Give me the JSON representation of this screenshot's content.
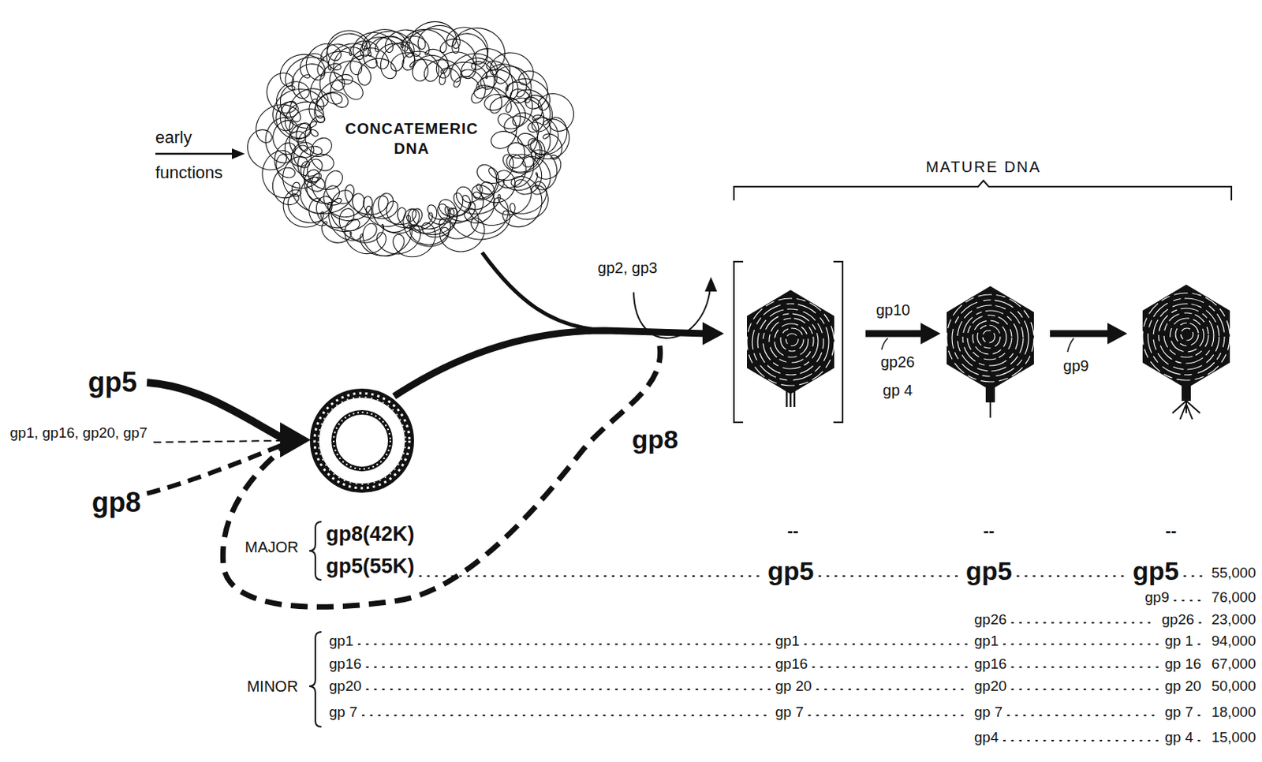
{
  "diagram": {
    "nodes": [
      {
        "text": [
          "CONCATEMERIC DNA"
        ]
      }
    ],
    "labels": [
      "early functions",
      "MATURE DNA",
      "gp2, gp3",
      "gp10",
      "gp26",
      "gp 4",
      "gp9",
      "gp5",
      "gp1, gp16, gp20, gp7",
      "gp8",
      "gp8",
      "MAJOR",
      "gp8(42K)",
      "--",
      "--",
      "--",
      "gp5(55K)",
      "gp5",
      "gp5",
      "gp5",
      "55,000",
      "gp9",
      "76,000",
      "gp26",
      "gp26",
      "23,000",
      "gp1",
      "gp1",
      "gp1",
      "gp 1",
      "94,000",
      "MINOR",
      "gp16",
      "gp16",
      "gp16",
      "gp 16",
      "67,000",
      "gp20",
      "gp 20",
      "gp20",
      "gp 20",
      "50,000",
      "gp 7",
      "gp 7",
      "gp 7",
      "gp 7",
      "18,000",
      "gp4",
      "gp 4",
      "15,000"
    ]
  }
}
